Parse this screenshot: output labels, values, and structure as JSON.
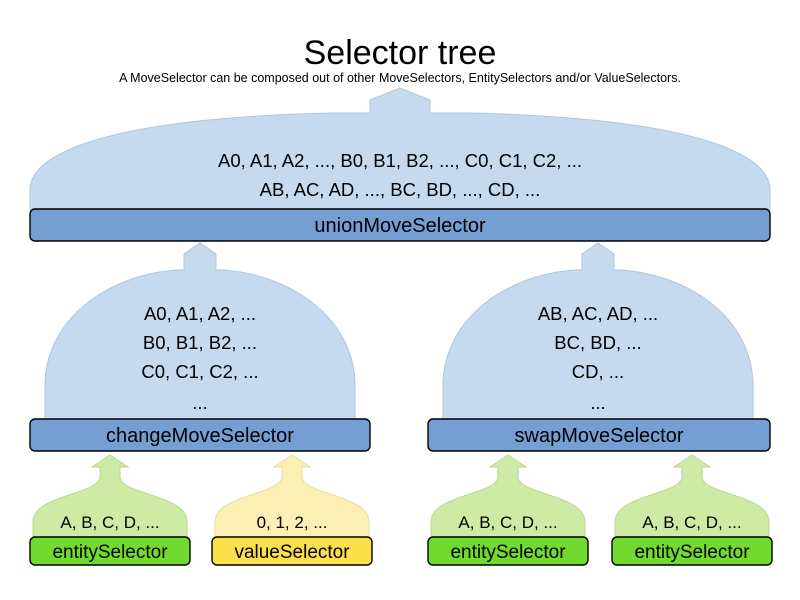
{
  "header": {
    "title": "Selector tree",
    "subtitle": "A MoveSelector can be composed out of other MoveSelectors, EntitySelectors and/or ValueSelectors."
  },
  "colors": {
    "dome_blue": "#c5d9ef",
    "dome_green": "#cdeba4",
    "dome_yellow": "#fbefb4",
    "bar_blue": "#759fd3",
    "bar_green": "#72d92f",
    "bar_yellow": "#fbe04c",
    "outline": "#000000",
    "background": "#ffffff"
  },
  "nodes": {
    "union": {
      "label": "unionMoveSelector",
      "contents": [
        "A0, A1, A2, ..., B0, B1, B2, ..., C0, C1, C2, ...",
        "AB, AC, AD, ..., BC, BD, ..., CD, ..."
      ]
    },
    "change": {
      "label": "changeMoveSelector",
      "contents": [
        "A0, A1, A2, ...",
        "B0, B1, B2, ...",
        "C0, C1, C2, ...",
        "..."
      ]
    },
    "swap": {
      "label": "swapMoveSelector",
      "contents": [
        "AB, AC, AD, ...",
        "BC, BD, ...",
        "CD, ...",
        "..."
      ]
    },
    "leaves": [
      {
        "label": "entitySelector",
        "contents": "A, B, C, D, ...",
        "kind": "entity"
      },
      {
        "label": "valueSelector",
        "contents": "0, 1, 2, ...",
        "kind": "value"
      },
      {
        "label": "entitySelector",
        "contents": "A, B, C, D, ...",
        "kind": "entity"
      },
      {
        "label": "entitySelector",
        "contents": "A, B, C, D, ...",
        "kind": "entity"
      }
    ]
  }
}
